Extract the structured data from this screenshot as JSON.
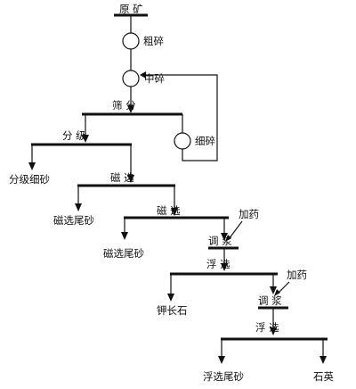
{
  "flowsheet": {
    "feed": "原 矿",
    "coarse_crush": "粗碎",
    "medium_crush": "中碎",
    "fine_crush": "细碎",
    "screening": "筛   分",
    "classification": "分   级",
    "classified_fines": "分级细砂",
    "mag_sep_1": "磁   选",
    "mag_tailings_1": "磁选尾砂",
    "mag_sep_2": "磁   选",
    "mag_tailings_2": "磁选尾砂",
    "reagent_1": "加药",
    "conditioning_1": "调 浆",
    "flotation_1": "浮   选",
    "k_feldspar": "钾长石",
    "reagent_2": "加药",
    "conditioning_2": "调 浆",
    "flotation_2": "浮   选",
    "flotation_tailings": "浮选尾砂",
    "quartz": "石英"
  }
}
